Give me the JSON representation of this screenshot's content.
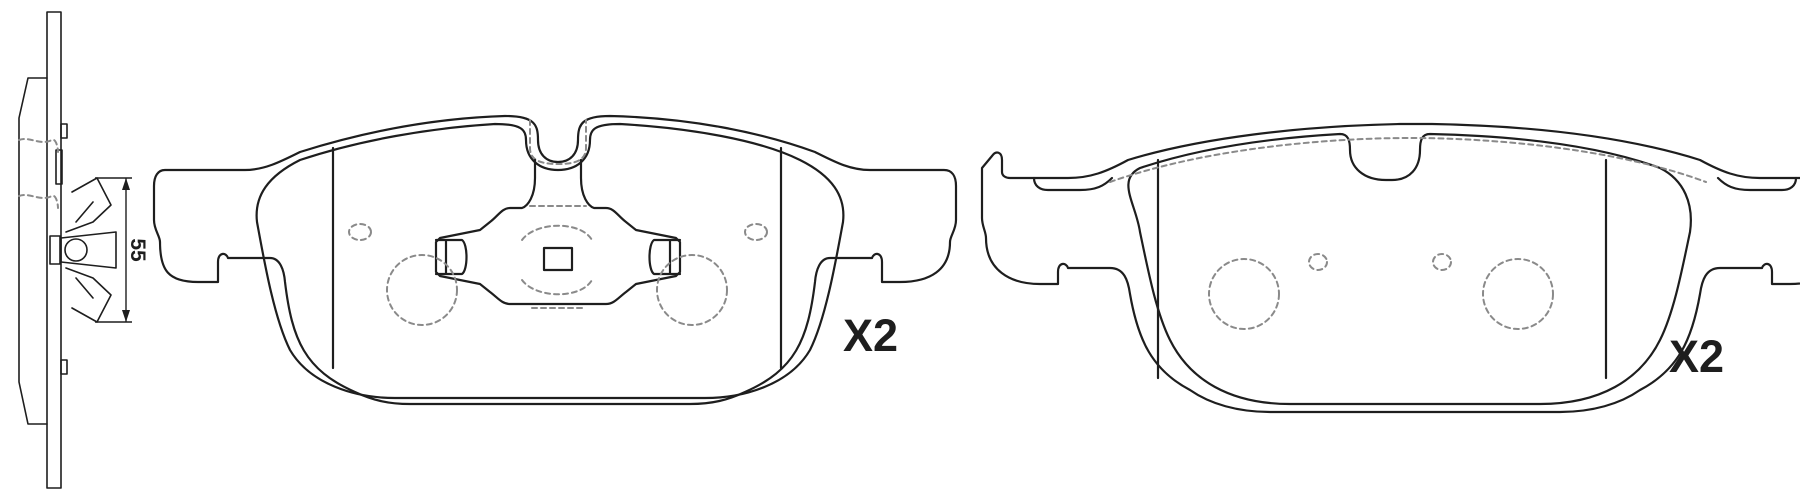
{
  "diagram": {
    "type": "brake-pad-set-technical-drawing",
    "side_view": {
      "dimension_label": "55"
    },
    "inner_pad": {
      "quantity_label": "X2"
    },
    "outer_pad": {
      "quantity_label": "X2"
    },
    "colors": {
      "outline": "#1e1e1e",
      "hidden_lines": "#8a8a8a",
      "background": "#ffffff"
    }
  }
}
